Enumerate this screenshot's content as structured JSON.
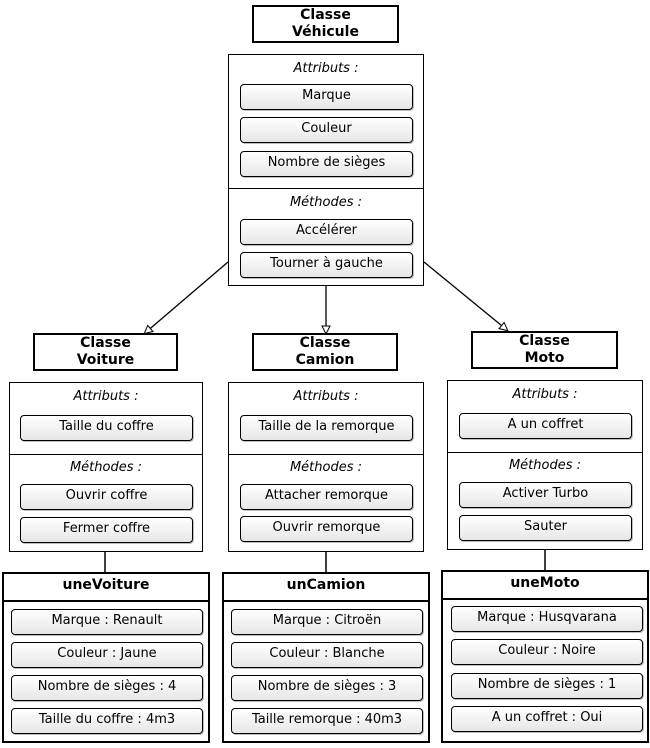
{
  "base": {
    "title_line1": "Classe",
    "title_line2": "Véhicule",
    "attributes_label": "Attributs :",
    "attributes": [
      "Marque",
      "Couleur",
      "Nombre de sièges"
    ],
    "methods_label": "Méthodes :",
    "methods": [
      "Accélérer",
      "Tourner à gauche"
    ]
  },
  "classes": [
    {
      "title_line1": "Classe",
      "title_line2": "Voiture",
      "attributes_label": "Attributs :",
      "attributes": [
        "Taille du coffre"
      ],
      "methods_label": "Méthodes :",
      "methods": [
        "Ouvrir coffre",
        "Fermer coffre"
      ],
      "object": {
        "name": "uneVoiture",
        "fields": [
          "Marque : Renault",
          "Couleur : Jaune",
          "Nombre de sièges : 4",
          "Taille du coffre : 4m3"
        ]
      }
    },
    {
      "title_line1": "Classe",
      "title_line2": "Camion",
      "attributes_label": "Attributs :",
      "attributes": [
        "Taille de la remorque"
      ],
      "methods_label": "Méthodes :",
      "methods": [
        "Attacher remorque",
        "Ouvrir remorque"
      ],
      "object": {
        "name": "unCamion",
        "fields": [
          "Marque : Citroën",
          "Couleur : Blanche",
          "Nombre de sièges : 3",
          "Taille remorque : 40m3"
        ]
      }
    },
    {
      "title_line1": "Classe",
      "title_line2": "Moto",
      "attributes_label": "Attributs :",
      "attributes": [
        "A un coffret"
      ],
      "methods_label": "Méthodes :",
      "methods": [
        "Activer Turbo",
        "Sauter"
      ],
      "object": {
        "name": "uneMoto",
        "fields": [
          "Marque : Husqvarana",
          "Couleur : Noire",
          "Nombre de sièges : 1",
          "A un coffret : Oui"
        ]
      }
    }
  ]
}
